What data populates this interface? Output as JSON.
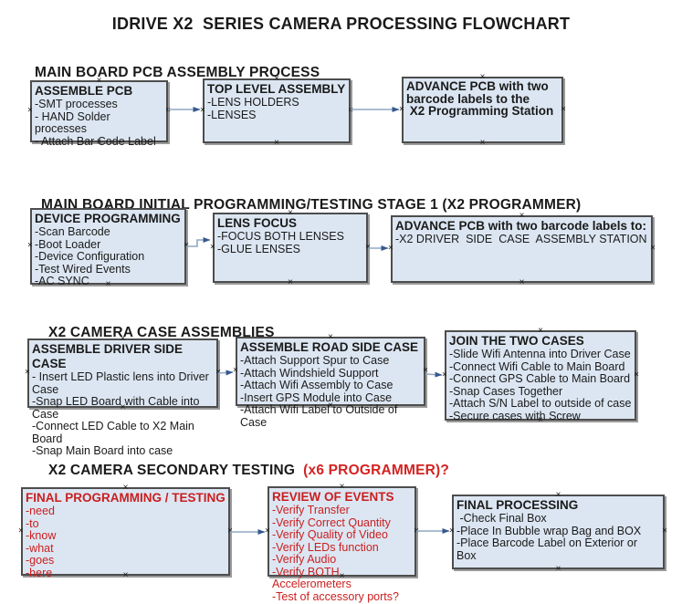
{
  "title": "IDRIVE X2  SERIES CAMERA PROCESSING FLOWCHART",
  "colors": {
    "box_fill": "#dce6f2",
    "box_border": "#4d4d4d",
    "arrow_line": "#91a7c4",
    "arrow_head": "#35598f",
    "red_text": "#cb1e1e"
  },
  "sections": [
    {
      "heading": "MAIN BOARD PCB ASSEMBLY PROCESS",
      "accent": "",
      "boxes": [
        {
          "heading": "ASSEMBLE PCB",
          "lines": [
            "-SMT processes",
            "- HAND Solder processes",
            "- Attach Bar Code Label"
          ]
        },
        {
          "heading": "TOP LEVEL ASSEMBLY",
          "lines": [
            "-LENS HOLDERS",
            "-LENSES"
          ]
        },
        {
          "heading": "",
          "bold_lines": [
            "ADVANCE PCB with two",
            "barcode labels to the",
            " X2 Programming Station"
          ],
          "lines": []
        }
      ]
    },
    {
      "heading": "MAIN BOARD INITIAL PROGRAMMING/TESTING STAGE 1 (X2 PROGRAMMER)",
      "accent": "",
      "boxes": [
        {
          "heading": "DEVICE PROGRAMMING",
          "lines": [
            "-Scan Barcode",
            "-Boot Loader",
            "-Device Configuration",
            "-Test Wired Events",
            "-AC SYNC"
          ]
        },
        {
          "heading": "LENS FOCUS",
          "lines": [
            "-FOCUS BOTH LENSES",
            "-GLUE LENSES"
          ]
        },
        {
          "heading": "ADVANCE PCB with two barcode labels to:",
          "lines": [
            "-X2 DRIVER  SIDE  CASE  ASSEMBLY STATION"
          ]
        }
      ]
    },
    {
      "heading": "X2 CAMERA CASE ASSEMBLIES",
      "accent": "",
      "boxes": [
        {
          "heading": "ASSEMBLE DRIVER SIDE CASE",
          "lines": [
            "- Insert LED Plastic lens into Driver Case",
            "-Snap LED Board with Cable into Case",
            "-Connect LED Cable to X2 Main Board",
            "-Snap Main Board into case"
          ]
        },
        {
          "heading": "ASSEMBLE ROAD SIDE CASE",
          "lines": [
            "-Attach Support Spur to Case",
            "-Attach Windshield Support",
            "-Attach Wifi Assembly to Case",
            "-Insert GPS Module into Case",
            "-Attach Wifi Label to Outside of Case"
          ]
        },
        {
          "heading": "JOIN THE TWO CASES",
          "lines": [
            "-Slide Wifi Antenna into Driver Case",
            "-Connect Wifi Cable to Main Board",
            "-Connect GPS Cable to Main Board",
            "-Snap Cases Together",
            "-Attach S/N Label to outside of case",
            "-Secure cases with Screw"
          ]
        }
      ]
    },
    {
      "heading": "X2 CAMERA SECONDARY TESTING ",
      "accent": " (x6 PROGRAMMER)?",
      "boxes": [
        {
          "heading": "FINAL PROGRAMMING / TESTING",
          "lines": [
            "-need",
            "-to",
            "-know",
            "-what",
            "-goes",
            "-here"
          ]
        },
        {
          "heading": "REVIEW OF EVENTS",
          "lines": [
            "-Verify Transfer",
            "-Verify Correct Quantity",
            "-Verify Quality of Video",
            "-Verify LEDs function",
            "-Verify Audio",
            "-Verify BOTH Accelerometers",
            "-Test of accessory ports?"
          ]
        },
        {
          "heading": "FINAL PROCESSING",
          "lines": [
            " -Check Final Box",
            "-Place In Bubble wrap Bag and BOX",
            "-Place Barcode Label on Exterior or Box"
          ]
        }
      ]
    }
  ]
}
